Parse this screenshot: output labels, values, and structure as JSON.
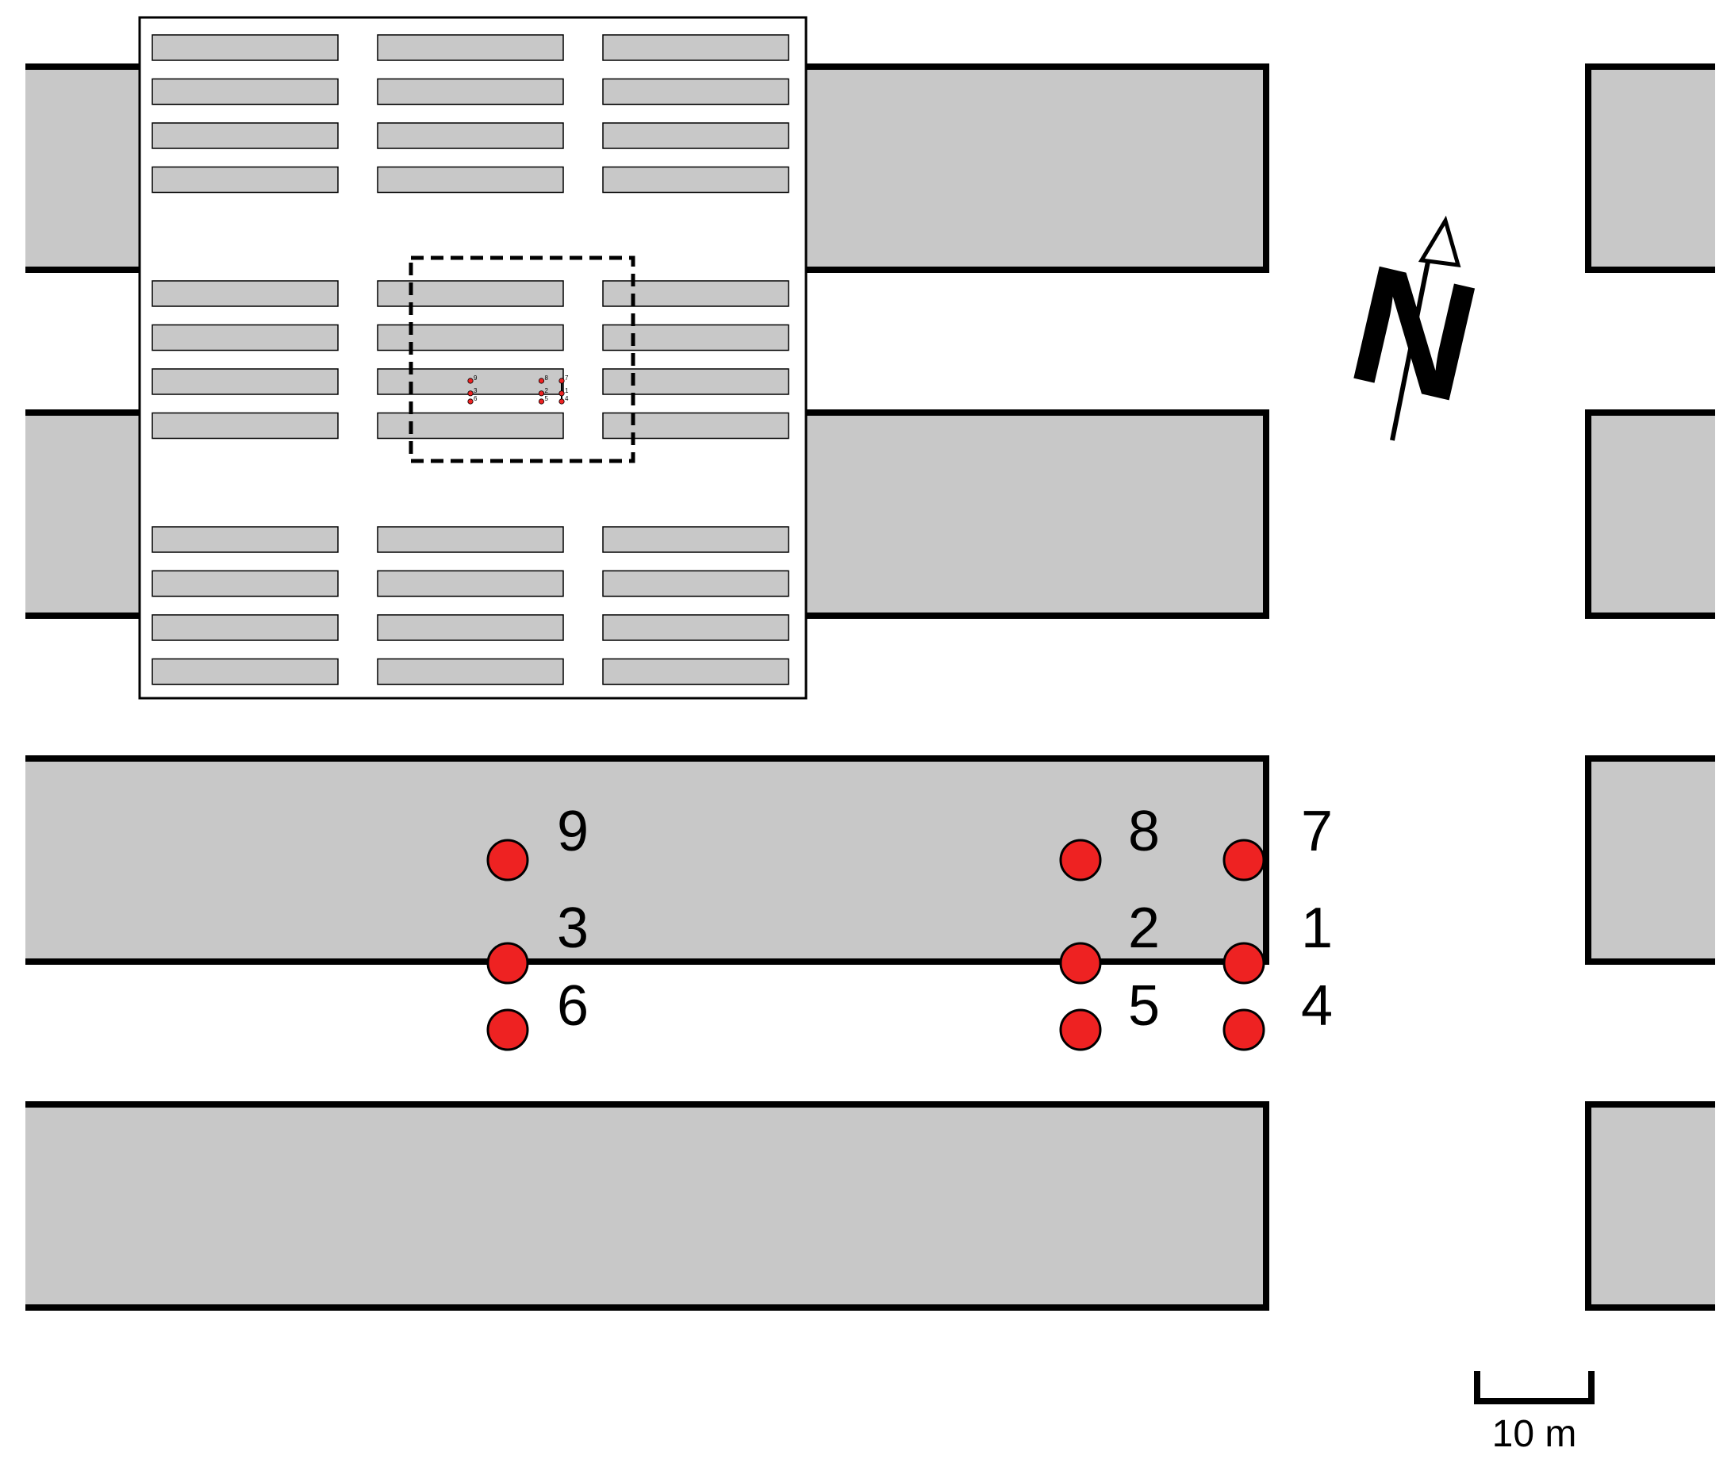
{
  "diagram": {
    "colors": {
      "building_fill": "#c8c8c8",
      "outline": "#000000",
      "sensor_fill": "#ee2222",
      "background": "#ffffff"
    },
    "sensors": [
      {
        "id": "1",
        "label": "1"
      },
      {
        "id": "2",
        "label": "2"
      },
      {
        "id": "3",
        "label": "3"
      },
      {
        "id": "4",
        "label": "4"
      },
      {
        "id": "5",
        "label": "5"
      },
      {
        "id": "6",
        "label": "6"
      },
      {
        "id": "7",
        "label": "7"
      },
      {
        "id": "8",
        "label": "8"
      },
      {
        "id": "9",
        "label": "9"
      }
    ],
    "north_arrow": {
      "label": "N",
      "icon": "north-arrow-icon"
    },
    "scale_bar": {
      "label": "10 m",
      "icon": "scale-bar-icon"
    },
    "inset": {
      "grid_rows": 3,
      "rows_per_group": 4,
      "grid_cols": 3
    }
  }
}
